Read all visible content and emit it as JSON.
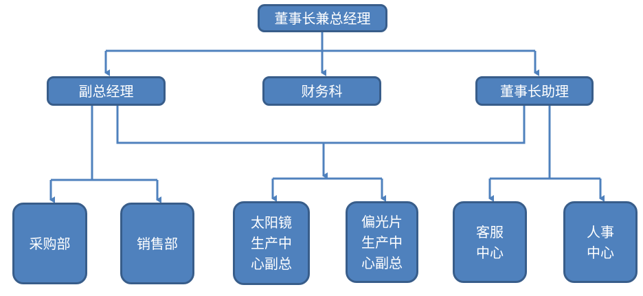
{
  "diagram": {
    "colors": {
      "box_fill": "#4f81bd",
      "box_border": "#385d8a",
      "connector": "#4f81bd",
      "text": "#ffffff"
    },
    "nodes": {
      "chairman": "董事长兼总经理",
      "vice_gm": "副总经理",
      "finance": "财务科",
      "chair_assistant": "董事长助理",
      "purchasing": "采购部",
      "sales": "销售部",
      "solar_glass": "太阳镜\n生产中\n心副总",
      "polarizer": "偏光片\n生产中\n心副总",
      "customer_service": "客服\n中心",
      "hr": "人事\n中心"
    }
  }
}
